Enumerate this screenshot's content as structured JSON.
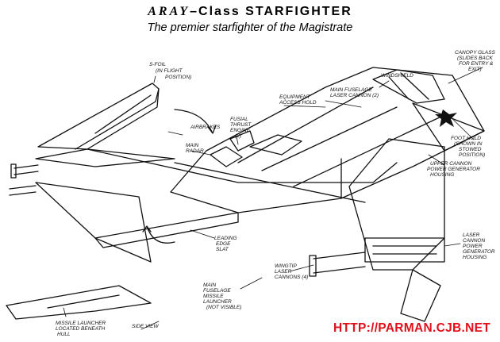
{
  "header": {
    "title_a": "ARAY",
    "title_b": "–Class STARFIGHTER",
    "subtitle": "The premier starfighter of the Magistrate"
  },
  "labels": {
    "s_foil": [
      "S-FOIL",
      "(IN FLIGHT",
      "POSITION)"
    ],
    "airbrakes": [
      "AIRBRAKES"
    ],
    "fusial_thrust": [
      "FUSIAL",
      "THRUST",
      "ENGINE",
      "(2)"
    ],
    "main_radar": [
      "MAIN",
      "RADAR"
    ],
    "equipment": [
      "EQUIPMENT",
      "ACCESS HOLD"
    ],
    "main_fuselage_laser": [
      "MAIN FUSELAGE",
      "LASER CANNON (2)"
    ],
    "windshield": [
      "WINDSHIELD"
    ],
    "canopy_glass": [
      "CANOPY GLASS",
      "(SLIDES BACK",
      "FOR ENTRY &",
      "EXIT)"
    ],
    "foot_hold": [
      "FOOT HOLD",
      "(SHOWN IN",
      "STOWED",
      "POSITION)"
    ],
    "upper_cannon": [
      "UPPER CANNON",
      "POWER GENERATOR",
      "HOUSING"
    ],
    "leading_edge": [
      "LEADING",
      "EDGE",
      "SLAT"
    ],
    "laser_cannon_power": [
      "LASER",
      "CANNON",
      "POWER",
      "GENERATOR",
      "HOUSING"
    ],
    "wingtip_laser": [
      "WINGTIP",
      "LASER",
      "CANNONS (4)"
    ],
    "main_fuselage_missile": [
      "MAIN",
      "FUSELAGE",
      "MISSILE",
      "LAUNCHER",
      "(NOT VISIBLE)"
    ],
    "missile_launcher_hull": [
      "MISSILE LAUNCHER",
      "LOCATED BENEATH",
      "HULL"
    ],
    "side_view": [
      "SIDE VIEW"
    ]
  },
  "footer": {
    "url": "HTTP://PARMAN.CJB.NET"
  },
  "colors": {
    "ink": "#111111",
    "url": "#e0101a",
    "background": "#ffffff"
  }
}
